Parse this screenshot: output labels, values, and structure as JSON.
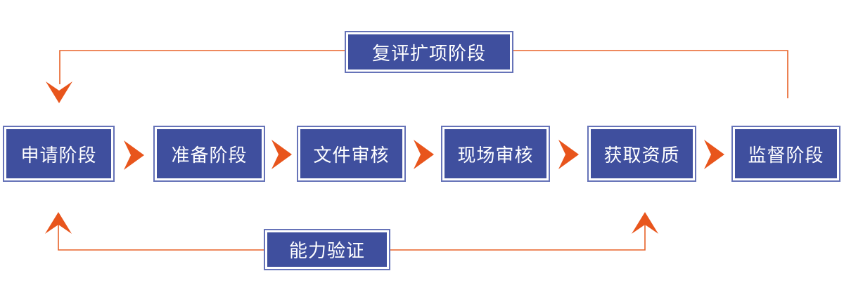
{
  "diagram": {
    "flow_steps": [
      {
        "label": "申请阶段"
      },
      {
        "label": "准备阶段"
      },
      {
        "label": "文件审核"
      },
      {
        "label": "现场审核"
      },
      {
        "label": "获取资质"
      },
      {
        "label": "监督阶段"
      }
    ],
    "loops": {
      "top": {
        "label": "复评扩项阶段"
      },
      "bottom": {
        "label": "能力验证"
      }
    },
    "colors": {
      "box_fill": "#3F4F9E",
      "box_border": "#6673B8",
      "box_text": "#FFFFFF",
      "arrow_orange": "#E8551C",
      "line_orange": "#E86228",
      "background": "#FFFFFF"
    }
  }
}
